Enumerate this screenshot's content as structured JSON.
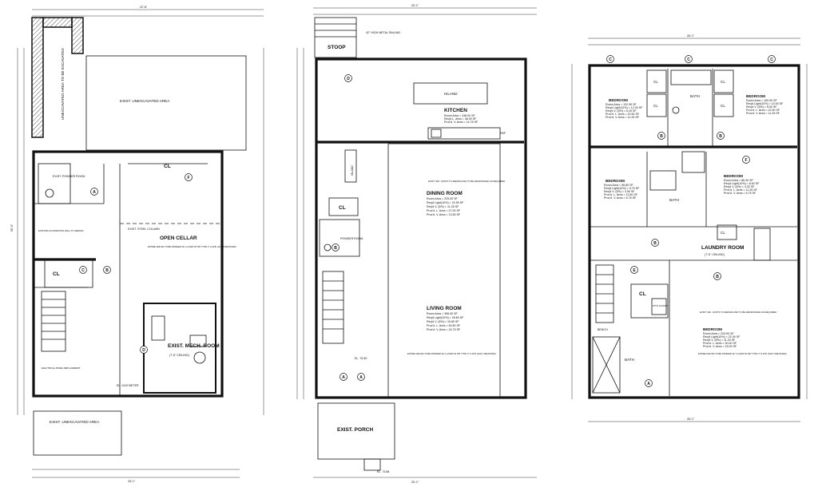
{
  "plans": {
    "cellar": {
      "unexcavated_top": "EXIST. UNEXCAVATED AREA",
      "unexcavated_side": "UNEXCAVATED AREA TO BE EXCAVATED",
      "open_cellar": "OPEN CELLAR",
      "cl": "CL",
      "powder_room": "EXIST. POWDER ROOM",
      "mech_room": "EXIST. MECH. ROOM",
      "mech_sub": "(7'-6\" CEILING)",
      "unexcavated_bottom": "EXIST. UNEXCAVATED AREA",
      "foundation_note": "EXISTING FOUNDATION WALL TO REMAIN",
      "electrical_note": "ELECTRICAL PANEL REPLACEMENT",
      "meter": "EL. GAS METER",
      "ceiling_note": "ENTIRE CEILING TO BE FINISHED W/ 1 LAYER OF 5/8\" TYPE 'X' G.W.B. (1HR. FIRE RATED)",
      "steel_column": "EXIST. STEEL COLUMN",
      "dims": {
        "top": "22'-6\"",
        "bottom": "25'-1\"",
        "left": "55'-0\""
      }
    },
    "first": {
      "stoop": "STOOP",
      "kitchen": "KITCHEN",
      "kitchen_areas": [
        "Room Area = 248.00 SF",
        "Req'd L. Area = 46.00 SF",
        "Prov'd. V. Area = 14.75 SF"
      ],
      "island": "ISLAND",
      "island_2": "ISLAND",
      "dining_room": "DINING ROOM",
      "dining_areas": [
        "Room Area = 225.00 SF",
        "Req'd Light(10%) = 22.50 SF",
        "Req'd V. (5%) = 11.25 SF",
        "Prov'd. L. Area = 27.00 SF",
        "Prov'd. V. Area = 13.50 SF"
      ],
      "living_room": "LIVING ROOM",
      "living_areas": [
        "Room Area = 396.00 SF",
        "Req'd Light(10%) = 39.60 SF",
        "Req'd V. (5%) = 19.80 SF",
        "Prov'd. L. Area = 49.50 SF",
        "Prov'd. V. Area = 24.75 SF"
      ],
      "powder_room": "POWDER ROOM",
      "cl": "CL",
      "porch": "EXIST. PORCH",
      "el_top": "EL. 76.50",
      "el_bottom": "EL. 73.88",
      "ref": "REF",
      "joists_note": "EXIST. WD. JOISTS TO REMAIN AND TO BE REINFORCED AS REQUIRED",
      "ceiling_note": "ENTIRE CEILING TO BE FINISHED W/ 1 LAYER OF 5/8\" TYPE 'X' G.W.B. (1HR. FIRE RATED)",
      "railing_note": "42\" HIGH METAL RAILING",
      "dims": {
        "top": "25'-1\"",
        "bottom": "25'-1\""
      }
    },
    "second": {
      "bedroom_a": "BEDROOM",
      "bedroom_a_areas": [
        "Room Area = 122.90 SF",
        "Req'd Light(10%) = 12.30 SF",
        "Req'd V. (5%) = 6.20 SF",
        "Prov'd. L. Area = 22.50 SF",
        "Prov'd. V. Area = 11.25 SF"
      ],
      "bedroom_b": "BEDROOM",
      "bedroom_b_areas": [
        "Room Area = 100.00 SF",
        "Req'd Light(10%) = 10.00 SF",
        "Req'd V. (5%) = 5.00 SF",
        "Prov'd. L. Area = 22.50 SF",
        "Prov'd. V. Area = 11.25 SF"
      ],
      "bedroom_c": "BEDROOM",
      "bedroom_c_areas": [
        "Room Area = 96.80 SF",
        "Req'd Light(10%) = 9.70 SF",
        "Req'd V. (5%) = 4.90 SF",
        "Prov'd. L. Area = 13.50 SF",
        "Prov'd. V. Area = 6.75 SF"
      ],
      "bedroom_d": "BEDROOM",
      "bedroom_d_areas": [
        "Room Area = 86.30 SF",
        "Req'd Light(10%) = 8.63 SF",
        "Req'd V. (5%) = 4.32 SF",
        "Prov'd. L. Area = 11.25 SF",
        "Prov'd. V. Area = 6.75 SF"
      ],
      "bedroom_e": "BEDROOM",
      "bedroom_e_areas": [
        "Room Area = 224.00 SF",
        "Req'd Light(10%) = 22.40 SF",
        "Req'd V. (5%) = 11.20 SF",
        "Prov'd. L. Area = 30.00 SF",
        "Prov'd. V. Area = 15.00 SF"
      ],
      "bath_1": "BATH",
      "bath_2": "BATH",
      "bath_3": "BATH",
      "laundry": "LAUNDRY ROOM",
      "laundry_sub": "(7'-6\" CEILING)",
      "cl_labels": [
        "CL",
        "CL",
        "CL",
        "CL",
        "CL",
        "CL"
      ],
      "attic_access": "ATTIC ACCESS",
      "bench": "BENCH",
      "joists_note": "EXIST. WD. JOISTS TO REMAIN AND TO BE REINFORCED AS REQUIRED",
      "ceiling_note": "ENTIRE CEILING TO BE FINISHED W/ 1 LAYER OF 5/8\" TYPE 'X' G.W.B. (1HR. FIRE RATED)",
      "dims": {
        "top": "26'-1\"",
        "bottom": "26'-1\""
      }
    }
  },
  "tags": [
    "A",
    "B",
    "C",
    "D",
    "E",
    "F"
  ]
}
